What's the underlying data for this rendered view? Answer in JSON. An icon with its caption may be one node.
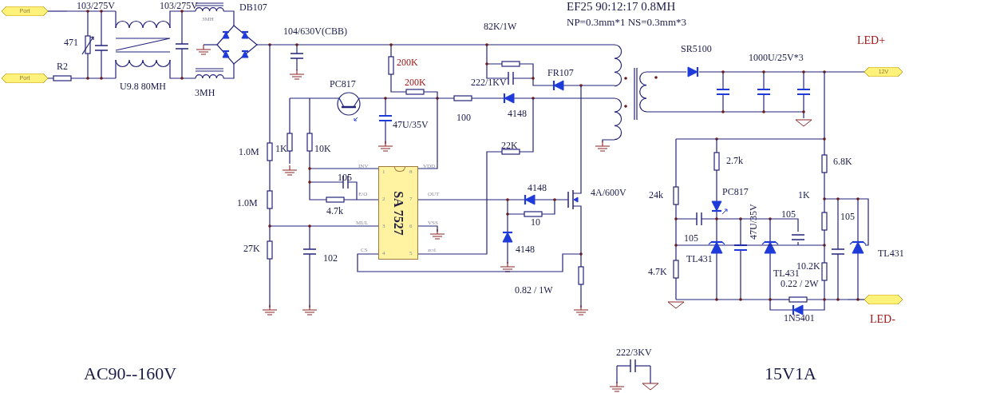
{
  "diagram": {
    "nodes": [
      {
        "text": [
          "Port"
        ]
      },
      {
        "text": [
          "Port"
        ]
      },
      {
        "text": [
          "12V"
        ]
      },
      {
        "text": [],
        "shape": "tag"
      },
      {
        "text": [
          "SA 7527"
        ]
      }
    ],
    "edges": [
      {
        "from": 0,
        "to": null,
        "arrow": "none"
      },
      {
        "from": 1,
        "to": null,
        "arrow": "none"
      },
      {
        "from": 2,
        "to": null,
        "arrow": "none"
      },
      {
        "from": 3,
        "to": null,
        "arrow": "none"
      }
    ],
    "labels": [
      "103/275V",
      "103/275V",
      "EF25 90:12:17  0.8MH",
      "DB107",
      "NP=0.3mm*1 NS=0.3mm*3",
      "82K/1W",
      "104/630V(CBB)",
      "LED+",
      "3MH",
      "SR5100",
      "1000U/25V*3",
      "471",
      "200K",
      "R2",
      "FR107",
      "222/1KV",
      "200K",
      "PC817",
      "U9.8 80MH",
      "3MH",
      "4148",
      "100",
      "47U/35V",
      "22K",
      "1K",
      "10K",
      "1.0M",
      "6.8K",
      "2.7k",
      "INV",
      "1",
      "8",
      "VDD",
      "105",
      "4148",
      "PC817",
      "4A/600V",
      "24k",
      "1K",
      "E/O",
      "2",
      "7",
      "OUT",
      "1.0M",
      "4.7k",
      "105",
      "105",
      "10",
      "MUL",
      "3",
      "6",
      "VSS",
      "105",
      "27K",
      "4148",
      "TL431",
      "TL431",
      "CS",
      "4",
      "5",
      "zcd",
      "102",
      "47U/35V",
      "TL431",
      "4.7K",
      "10.2K",
      "0.22 / 2W",
      "0.82 / 1W",
      "1N5401",
      "LED-",
      "222/3KV",
      "AC90--160V",
      "15V1A"
    ]
  }
}
